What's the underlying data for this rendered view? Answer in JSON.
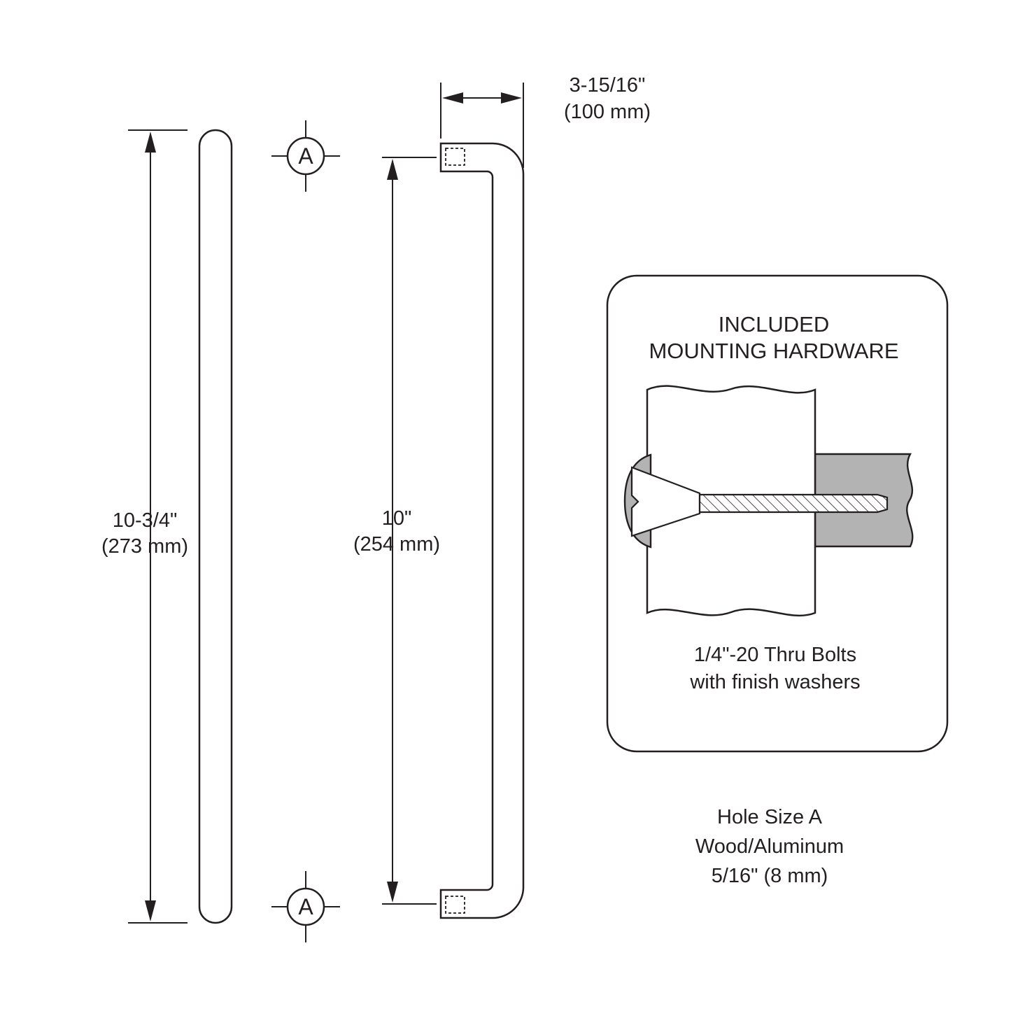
{
  "drawing": {
    "type": "door-pull-handle-dimension-drawing",
    "colors": {
      "line": "#231f20",
      "section_gray": "#b3b3b3",
      "background": "#ffffff"
    },
    "dims": {
      "overall": {
        "value": "10-3/4\"",
        "metric": "(273 mm)"
      },
      "ctc": {
        "value": "10\"",
        "metric": "(254 mm)"
      },
      "projection": {
        "value": "3-15/16\"",
        "metric": "(100 mm)"
      }
    },
    "hole_marker": {
      "label": "A"
    },
    "hardware": {
      "title1": "INCLUDED",
      "title2": "MOUNTING HARDWARE",
      "caption1": "1/4\"-20 Thru Bolts",
      "caption2": "with finish washers"
    },
    "hole_note": {
      "line1": "Hole Size A",
      "line2": "Wood/Aluminum",
      "line3": "5/16\" (8 mm)"
    }
  }
}
